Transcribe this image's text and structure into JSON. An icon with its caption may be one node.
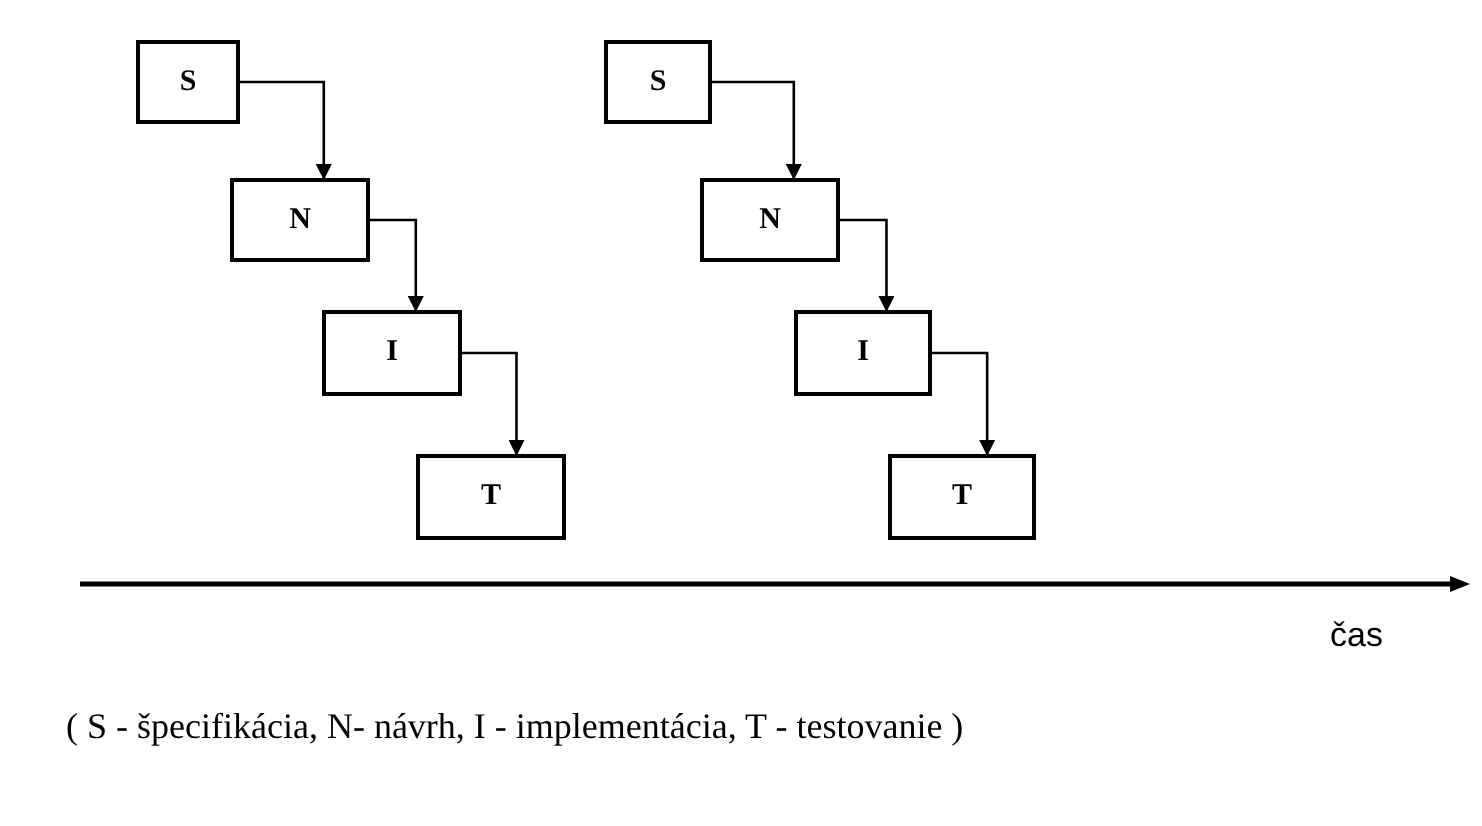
{
  "diagram": {
    "caption": "( S - špecifikácia, N- návrh, I - implementácia, T - testovanie )",
    "nodes": [
      {
        "text": [
          "S"
        ]
      },
      {
        "text": [
          "N"
        ]
      },
      {
        "text": [
          "I"
        ]
      },
      {
        "text": [
          "T"
        ]
      },
      {
        "text": [
          "S"
        ]
      },
      {
        "text": [
          "N"
        ]
      },
      {
        "text": [
          "I"
        ]
      },
      {
        "text": [
          "T"
        ]
      }
    ],
    "edges": [
      {
        "from": 0,
        "to": 1,
        "arrow": "to"
      },
      {
        "from": 1,
        "to": 2,
        "arrow": "to"
      },
      {
        "from": 2,
        "to": 3,
        "arrow": "to"
      },
      {
        "from": 4,
        "to": 5,
        "arrow": "to"
      },
      {
        "from": 5,
        "to": 6,
        "arrow": "to"
      },
      {
        "from": 6,
        "to": 7,
        "arrow": "to"
      }
    ],
    "labels": [
      "čas"
    ]
  }
}
